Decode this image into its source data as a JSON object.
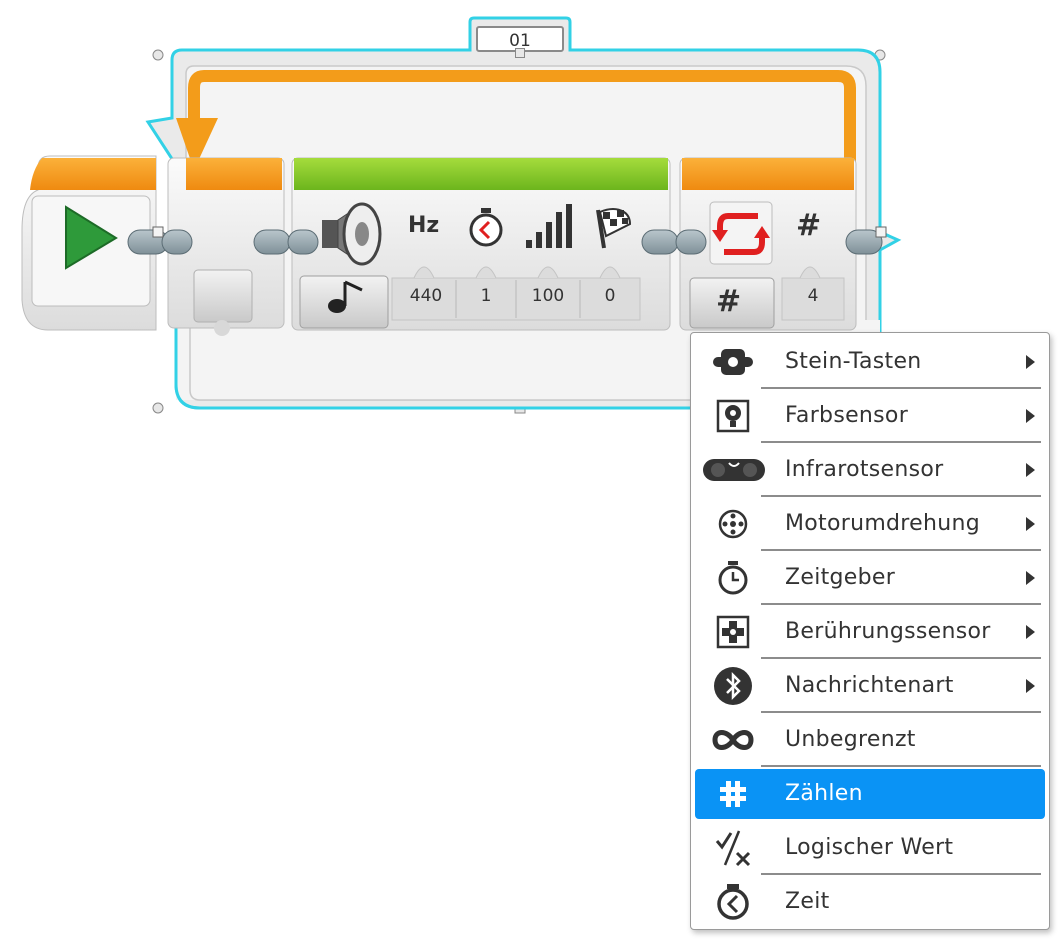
{
  "loop": {
    "label": "01",
    "count_mode_value": "4",
    "mode_icon": "hash-icon",
    "loop_icon": "loop-arrows-icon"
  },
  "sound_block": {
    "mode_icon": "music-note-icon",
    "block_icon": "speaker-icon",
    "headers": {
      "frequency": "Hz",
      "duration_icon": "stopwatch-icon",
      "volume_icon": "volume-bars-icon",
      "play_type_icon": "checkered-flag-icon"
    },
    "values": {
      "frequency": "440",
      "duration": "1",
      "volume": "100",
      "play_type": "0"
    }
  },
  "start_block": {
    "icon": "play-icon"
  },
  "counter_header": "#",
  "colors": {
    "loop_outline": "#32d1e6",
    "orange": "#f39c1a",
    "green": "#7cc524",
    "highlight": "#0a93f5",
    "play_green": "#2e9a3a"
  },
  "menu": {
    "items": [
      {
        "label": "Stein-Tasten",
        "icon": "brick-buttons-icon",
        "submenu": true
      },
      {
        "label": "Farbsensor",
        "icon": "color-sensor-icon",
        "submenu": true
      },
      {
        "label": "Infrarotsensor",
        "icon": "infrared-sensor-icon",
        "submenu": true
      },
      {
        "label": "Motorumdrehung",
        "icon": "motor-rotation-icon",
        "submenu": true
      },
      {
        "label": "Zeitgeber",
        "icon": "timer-icon",
        "submenu": true
      },
      {
        "label": "Berührungssensor",
        "icon": "touch-sensor-icon",
        "submenu": true
      },
      {
        "label": "Nachrichtenart",
        "icon": "bluetooth-icon",
        "submenu": true
      },
      {
        "label": "Unbegrenzt",
        "icon": "infinity-icon",
        "submenu": false
      },
      {
        "label": "Zählen",
        "icon": "hash-icon",
        "submenu": false,
        "selected": true
      },
      {
        "label": "Logischer Wert",
        "icon": "logic-icon",
        "submenu": false
      },
      {
        "label": "Zeit",
        "icon": "stopwatch-icon",
        "submenu": false
      }
    ]
  }
}
